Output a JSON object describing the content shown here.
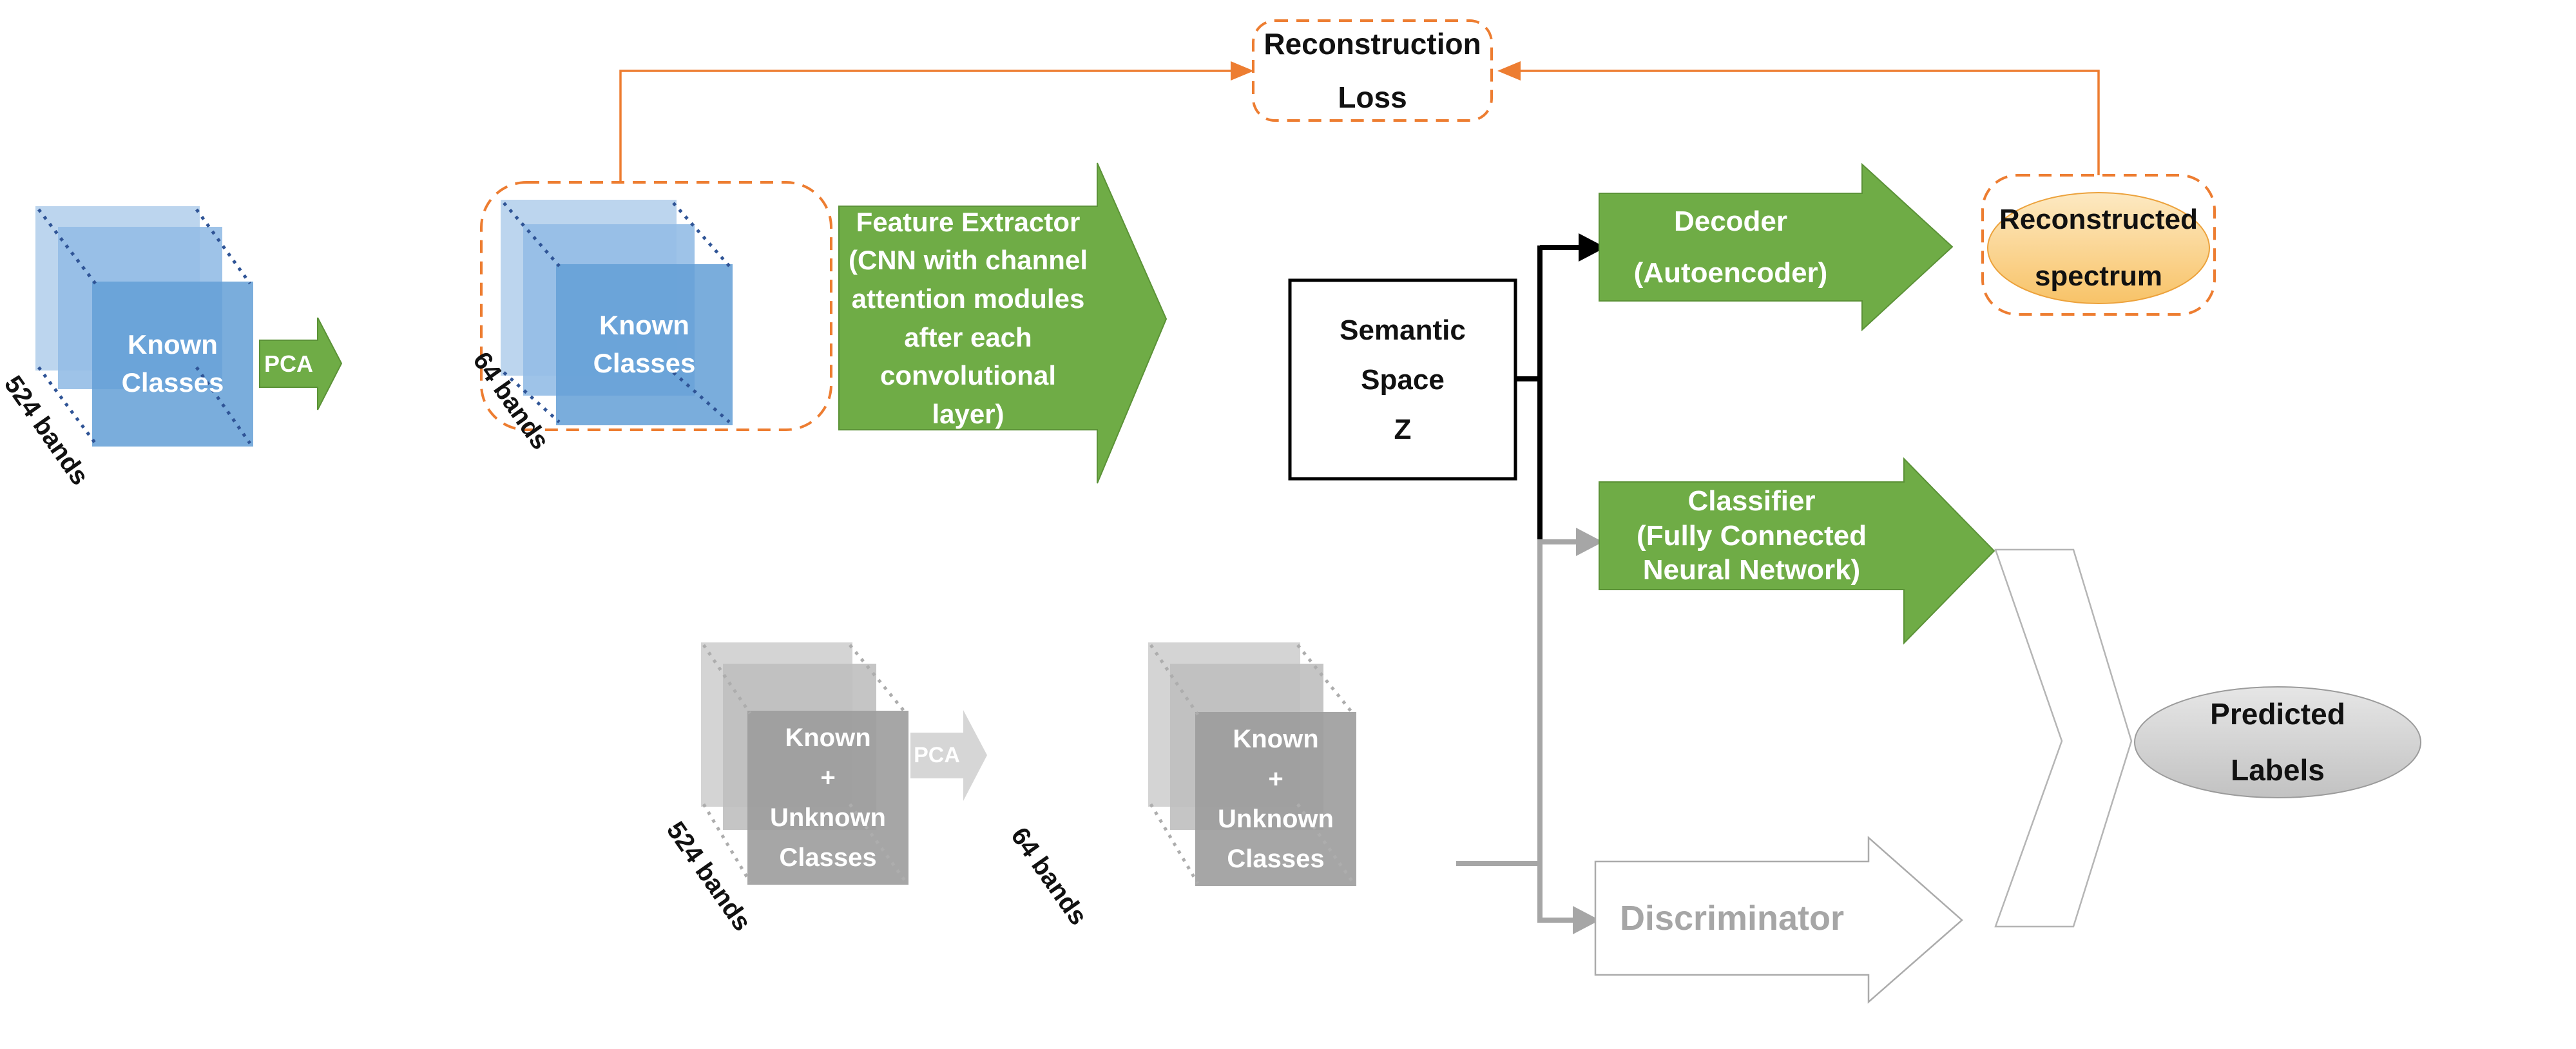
{
  "colors": {
    "accent_green": "#6FAC46",
    "accent_orange": "#ED7D31",
    "blue_cube_front": "#5B9BD5",
    "blue_cube_back": "#BCD5EE",
    "gray_cube_front": "#9C9C9C",
    "gray_cube_back": "#D4D4D4",
    "connector_black": "#000000",
    "connector_gray": "#A6A6A6",
    "spectrum_ellipse_fill": "#F9C868",
    "predicted_ellipse_fill": "#CFCFCF"
  },
  "loss": {
    "reconstruction_loss": "Reconstruction\nLoss"
  },
  "train_branch": {
    "input_cube_label": "Known\nClasses",
    "input_cube_bands": "524 bands",
    "pca_label": "PCA",
    "reduced_cube_label": "Known\nClasses",
    "reduced_cube_bands": "64 bands",
    "feature_extractor_label": "Feature Extractor\n(CNN with channel\nattention modules\nafter each\nconvolutional\nlayer)",
    "semantic_space_label": "Semantic\nSpace\nZ",
    "decoder_label": "Decoder\n(Autoencoder)",
    "reconstructed_spectrum_label": "Reconstructed\nspectrum",
    "classifier_label": "Classifier\n(Fully Connected\nNeural Network)"
  },
  "test_branch": {
    "input_cube_label": "Known\n+\nUnknown\nClasses",
    "input_cube_bands": "524 bands",
    "pca_label": "PCA",
    "reduced_cube_label": "Known\n+\nUnknown\nClasses",
    "reduced_cube_bands": "64 bands",
    "discriminator_label": "Discriminator"
  },
  "output": {
    "predicted_labels": "Predicted\nLabels"
  }
}
